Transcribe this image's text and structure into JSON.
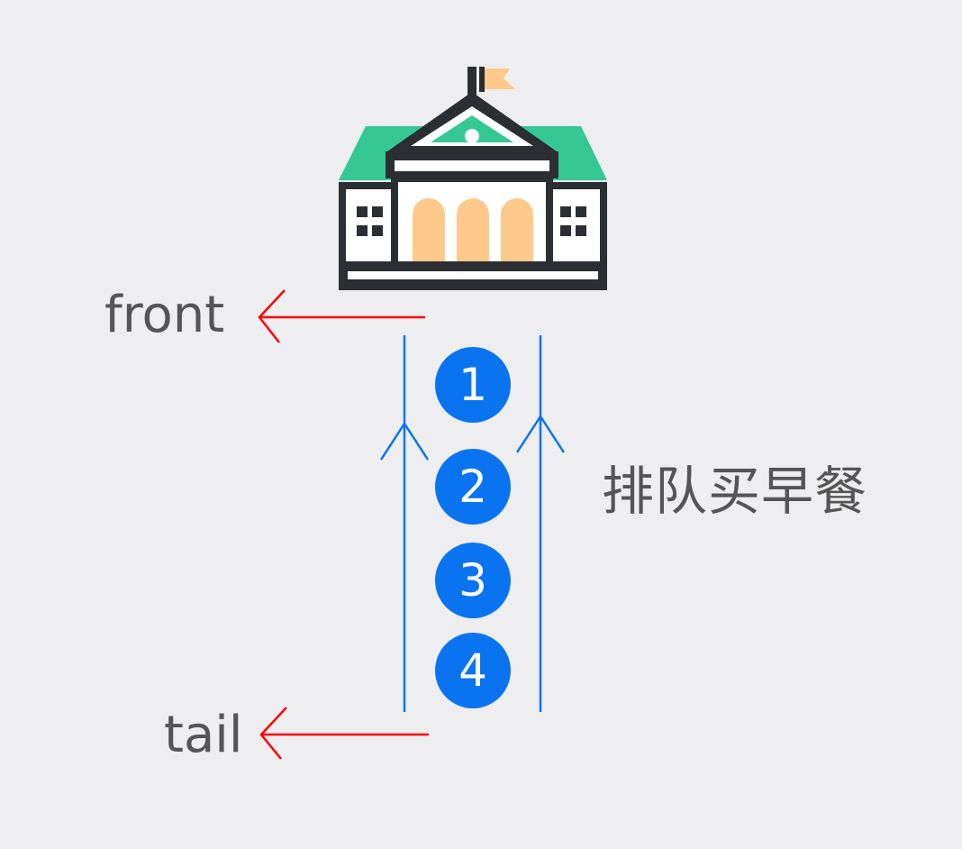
{
  "labels": {
    "front": "front",
    "tail": "tail",
    "caption": "排队买早餐"
  },
  "queue": [
    "1",
    "2",
    "3",
    "4"
  ],
  "colors": {
    "background": "#eeeef0",
    "pointer_arrow": "#ff0000",
    "lane": "#0a74f0",
    "circle": "#0a74f0",
    "building_roof": "#35c894",
    "building_outline": "#2b2f33",
    "building_columns": "#fec98a",
    "flag": "#fec98a",
    "text": "#555555"
  },
  "icons": {
    "building": "school-building-icon",
    "flag": "flag-icon"
  }
}
